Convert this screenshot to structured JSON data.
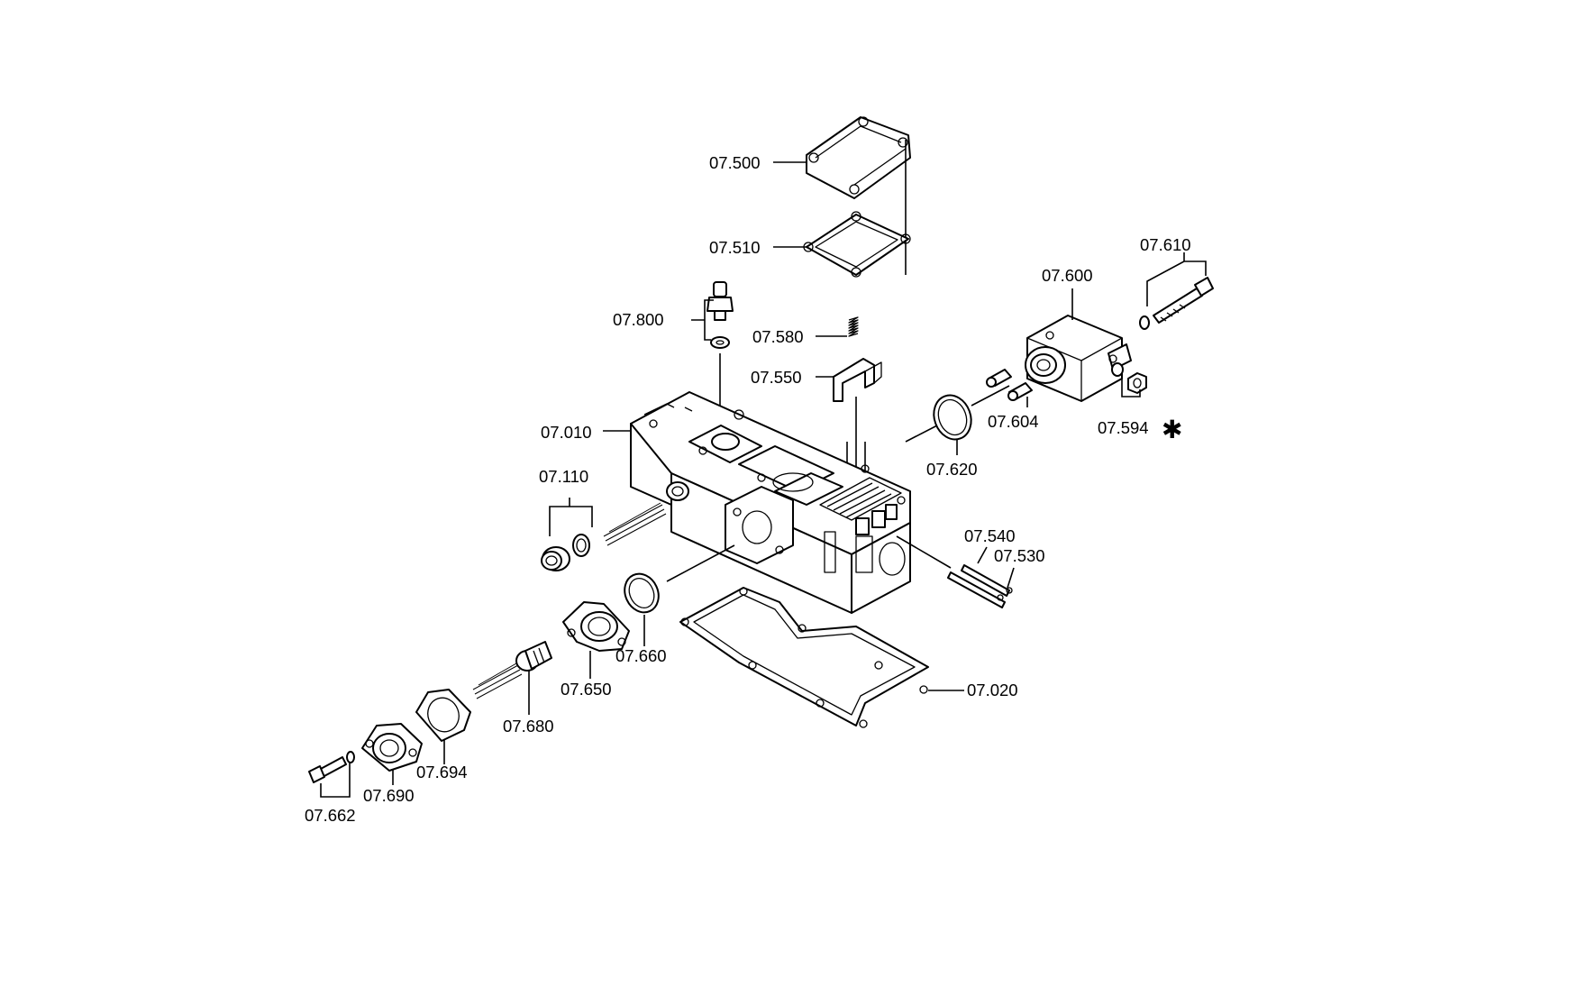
{
  "diagram": {
    "parts": [
      {
        "key": "p07500",
        "number": "07.500"
      },
      {
        "key": "p07510",
        "number": "07.510"
      },
      {
        "key": "p07800",
        "number": "07.800"
      },
      {
        "key": "p07580",
        "number": "07.580"
      },
      {
        "key": "p07550",
        "number": "07.550"
      },
      {
        "key": "p07010",
        "number": "07.010"
      },
      {
        "key": "p07110",
        "number": "07.110"
      },
      {
        "key": "p07610",
        "number": "07.610"
      },
      {
        "key": "p07600",
        "number": "07.600"
      },
      {
        "key": "p07604",
        "number": "07.604"
      },
      {
        "key": "p07594",
        "number": "07.594"
      },
      {
        "key": "p07620",
        "number": "07.620"
      },
      {
        "key": "p07540",
        "number": "07.540"
      },
      {
        "key": "p07530",
        "number": "07.530"
      },
      {
        "key": "p07020",
        "number": "07.020"
      },
      {
        "key": "p07660",
        "number": "07.660"
      },
      {
        "key": "p07650",
        "number": "07.650"
      },
      {
        "key": "p07680",
        "number": "07.680"
      },
      {
        "key": "p07694",
        "number": "07.694"
      },
      {
        "key": "p07690",
        "number": "07.690"
      },
      {
        "key": "p07662",
        "number": "07.662"
      }
    ],
    "asterisk": "✱"
  }
}
